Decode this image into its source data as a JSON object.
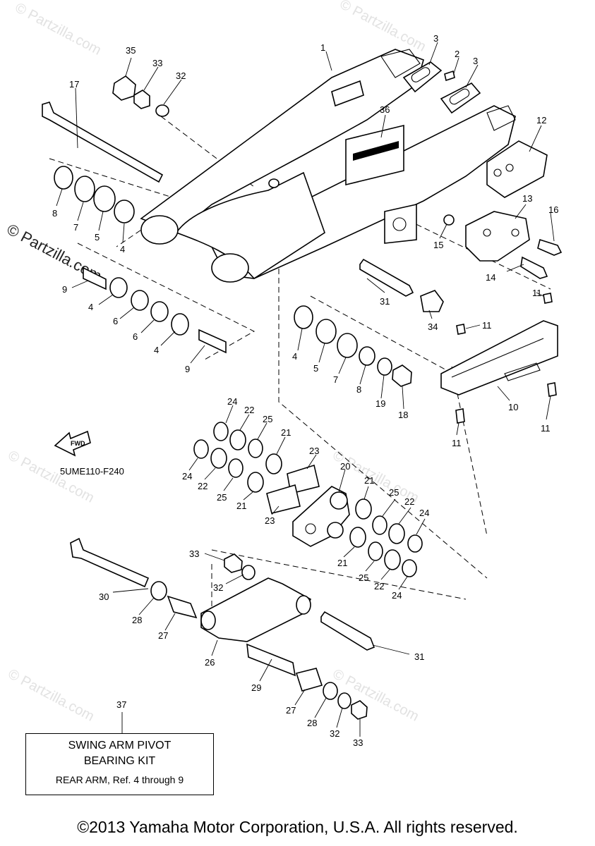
{
  "diagram": {
    "drawing_code": "5UME110-F240",
    "fwd_label": "FWD",
    "watermark": "© Partzilla.com",
    "callouts": {
      "c1": "1",
      "c2": "2",
      "c3a": "3",
      "c3b": "3",
      "c4a": "4",
      "c4b": "4",
      "c4c": "4",
      "c4d": "4",
      "c5a": "5",
      "c5b": "5",
      "c6a": "6",
      "c6b": "6",
      "c7a": "7",
      "c7b": "7",
      "c8a": "8",
      "c8b": "8",
      "c9a": "9",
      "c9b": "9",
      "c10": "10",
      "c11a": "11",
      "c11b": "11",
      "c11c": "11",
      "c11d": "11",
      "c12": "12",
      "c13": "13",
      "c14": "14",
      "c15": "15",
      "c16": "16",
      "c17": "17",
      "c18": "18",
      "c19": "19",
      "c20": "20",
      "c21a": "21",
      "c21b": "21",
      "c21c": "21",
      "c21d": "21",
      "c22a": "22",
      "c22b": "22",
      "c22c": "22",
      "c22d": "22",
      "c23a": "23",
      "c23b": "23",
      "c24a": "24",
      "c24b": "24",
      "c24c": "24",
      "c24d": "24",
      "c25a": "25",
      "c25b": "25",
      "c25c": "25",
      "c25d": "25",
      "c26": "26",
      "c27a": "27",
      "c27b": "27",
      "c28a": "28",
      "c28b": "28",
      "c29": "29",
      "c30": "30",
      "c31a": "31",
      "c31b": "31",
      "c32a": "32",
      "c32b": "32",
      "c32c": "32",
      "c33a": "33",
      "c33b": "33",
      "c33c": "33",
      "c34": "34",
      "c35": "35",
      "c36": "36",
      "c37": "37"
    }
  },
  "kit": {
    "line1": "SWING ARM PIVOT",
    "line2": "BEARING KIT",
    "line3": "REAR ARM, Ref. 4 through 9"
  },
  "footer": {
    "copyright": "©2013 Yamaha Motor Corporation, U.S.A. All rights reserved."
  }
}
